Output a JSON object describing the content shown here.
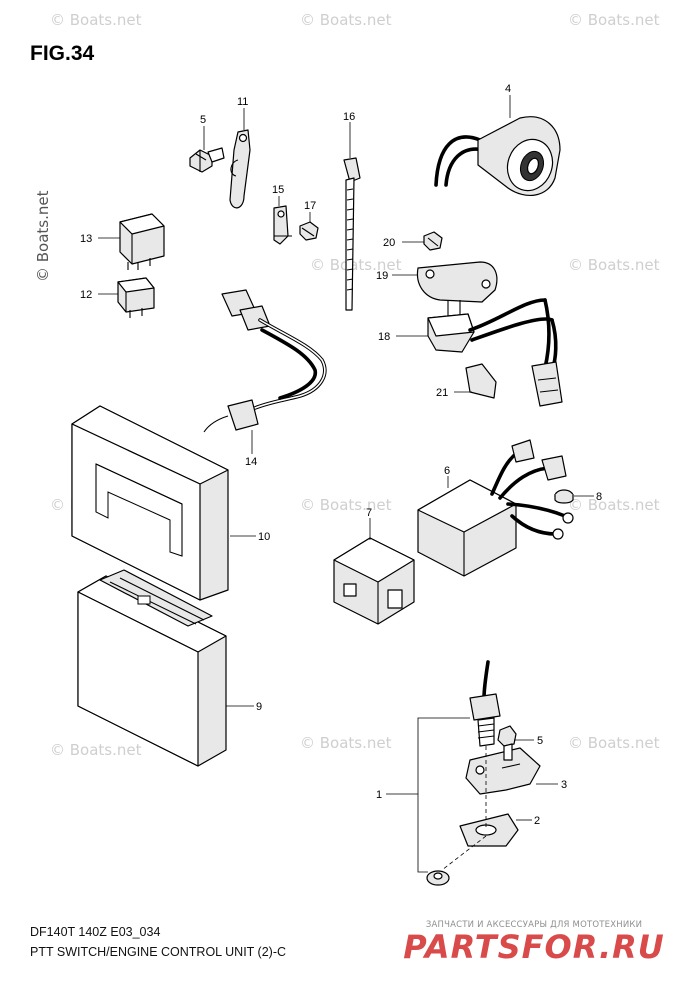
{
  "figure": {
    "title": "FIG.34",
    "caption_line1": "DF140T 140Z E03_034",
    "caption_line2": "PTT SWITCH/ENGINE CONTROL UNIT (2)-C"
  },
  "watermark": {
    "text": "© Boats.net"
  },
  "brand": {
    "tagline": "ЗАПЧАСТИ И АКСЕССУАРЫ ДЛЯ МОТОТЕХНИКИ",
    "name": "PARTSFOR.RU",
    "color": "#d94a4a"
  },
  "callouts": [
    {
      "label": "4"
    },
    {
      "label": "5"
    },
    {
      "label": "11"
    },
    {
      "label": "16"
    },
    {
      "label": "15"
    },
    {
      "label": "17"
    },
    {
      "label": "13"
    },
    {
      "label": "20"
    },
    {
      "label": "12"
    },
    {
      "label": "19"
    },
    {
      "label": "18"
    },
    {
      "label": "21"
    },
    {
      "label": "14"
    },
    {
      "label": "10"
    },
    {
      "label": "6"
    },
    {
      "label": "8"
    },
    {
      "label": "7"
    },
    {
      "label": "9"
    },
    {
      "label": "5"
    },
    {
      "label": "3"
    },
    {
      "label": "1"
    },
    {
      "label": "2"
    }
  ]
}
